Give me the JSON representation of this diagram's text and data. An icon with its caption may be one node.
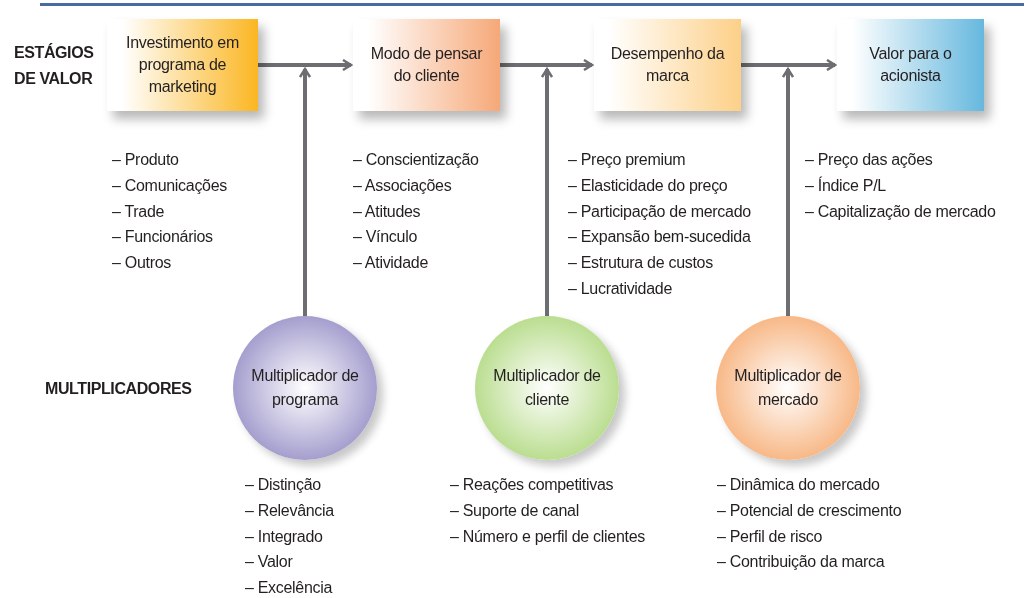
{
  "diagram": {
    "nodes": [
      {
        "text": [
          "Investimento em programa de marketing"
        ],
        "beside": [
          "– Produto",
          "– Comunicações",
          "– Trade",
          "– Funcionários",
          "– Outros"
        ]
      },
      {
        "text": [
          "Modo de pensar do cliente"
        ],
        "beside": [
          "– Conscientização",
          "– Associações",
          "– Atitudes",
          "– Vínculo",
          "– Atividade"
        ]
      },
      {
        "text": [
          "Desempenho da marca"
        ],
        "beside": [
          "– Preço premium",
          "– Elasticidade do preço",
          "– Participação de mercado",
          "– Expansão bem-sucedida",
          "– Estrutura de custos",
          "– Lucratividade"
        ]
      },
      {
        "text": [
          "Valor para o acionista"
        ],
        "beside": [
          "– Preço das ações",
          "– Índice P/L",
          "– Capitalização de mercado"
        ]
      },
      {
        "text": [
          "Multiplicador de programa"
        ],
        "beside": [
          "– Distinção",
          "– Relevância",
          "– Integrado",
          "– Valor",
          "– Excelência"
        ]
      },
      {
        "text": [
          "Multiplicador de cliente"
        ],
        "beside": [
          "– Reações competitivas",
          "– Suporte de canal",
          "– Número e perfil de clientes"
        ]
      },
      {
        "text": [
          "Multiplicador de mercado"
        ],
        "beside": [
          "– Dinâmica do mercado",
          "– Potencial de crescimento",
          "– Perfil de risco",
          "– Contribuição da marca"
        ]
      }
    ],
    "edges": [
      {
        "from": 0,
        "to": 1,
        "arrow": "to"
      },
      {
        "from": 1,
        "to": 2,
        "arrow": "to"
      },
      {
        "from": 2,
        "to": 3,
        "arrow": "to"
      },
      {
        "from": 4,
        "to": null,
        "arrow": "to"
      },
      {
        "from": 5,
        "to": null,
        "arrow": "to"
      },
      {
        "from": 6,
        "to": null,
        "arrow": "to"
      }
    ],
    "labels": [
      "ESTÁGIOS DE VALOR",
      "MULTIPLICADORES"
    ]
  }
}
